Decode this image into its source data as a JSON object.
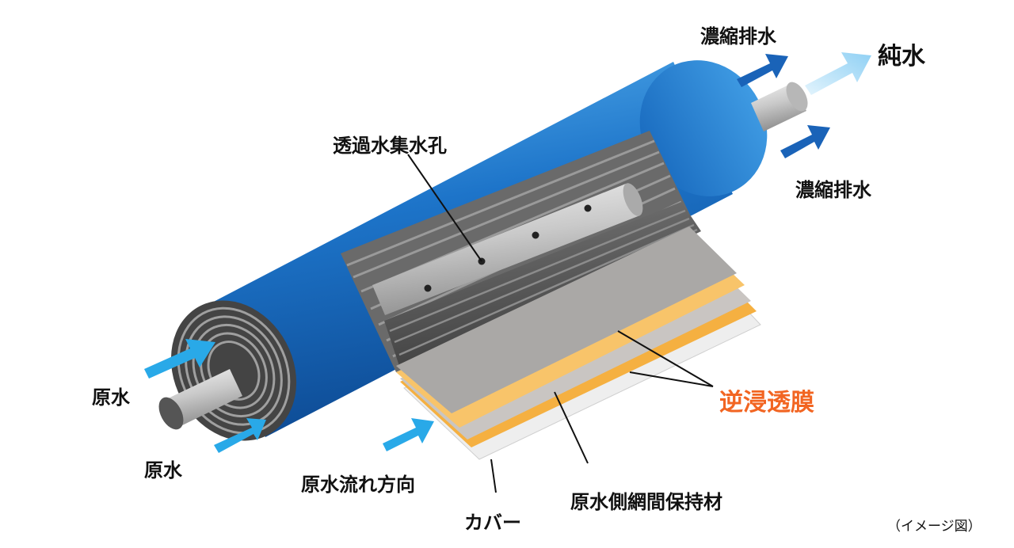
{
  "labels": {
    "concentrate_top": "濃縮排水",
    "pure_water": "純水",
    "permeate_holes": "透過水集水孔",
    "concentrate_right": "濃縮排水",
    "ro_membrane": "逆浸透膜",
    "raw_water_top": "原水",
    "raw_water_bottom": "原水",
    "flow_direction": "原水流れ方向",
    "cover": "カバー",
    "spacer": "原水側網間保持材",
    "image_note": "（イメージ図）"
  },
  "colors": {
    "housing_blue": "#1d74c9",
    "raw_arrow": "#29a9e8",
    "concentrate_arrow": "#1a63b8",
    "pure_arrow": "#a9dcf7",
    "membrane_orange": "#f5b041",
    "membrane_label": "#f26522",
    "core_gray": "#5d5d5d"
  }
}
